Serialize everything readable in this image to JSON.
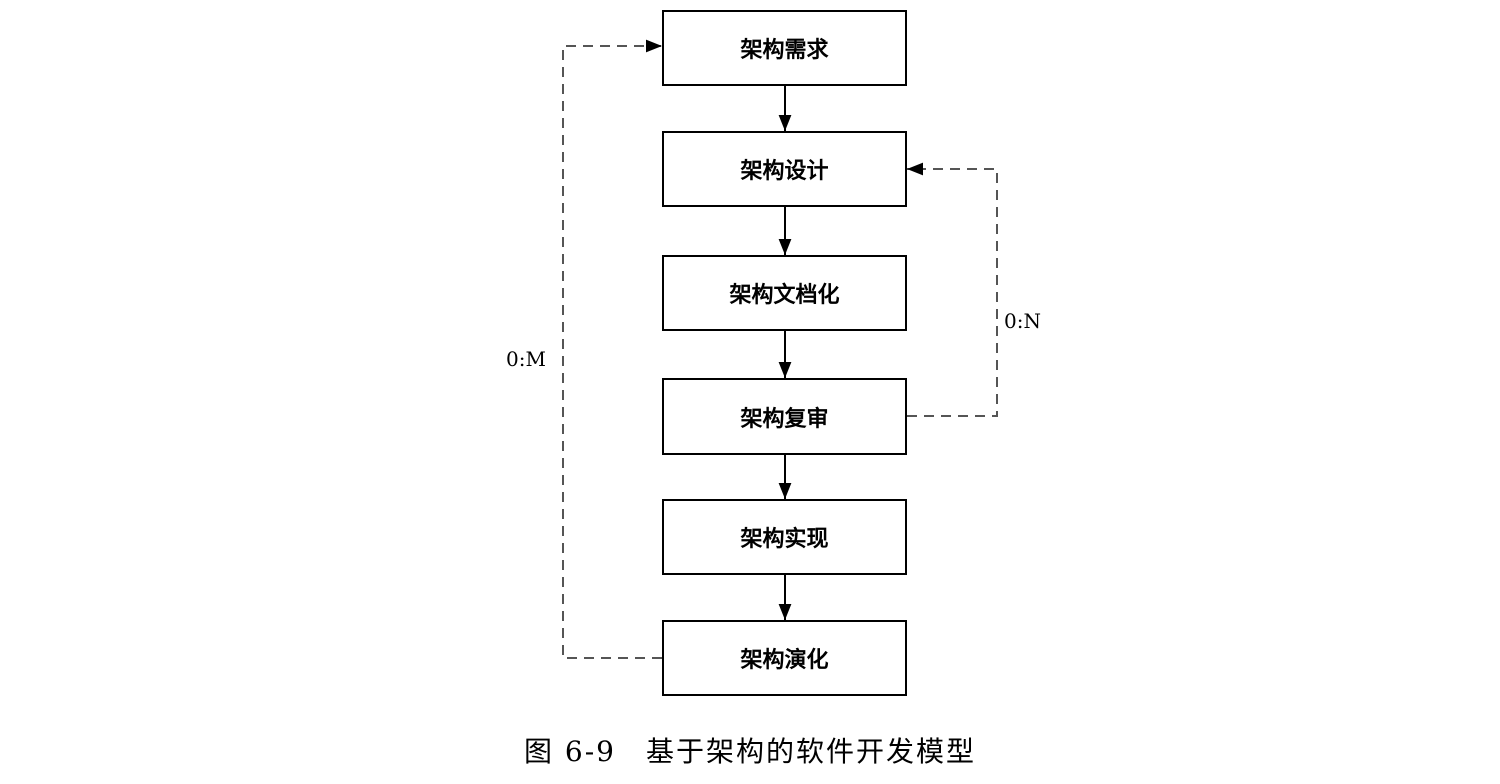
{
  "diagram": {
    "stages": [
      {
        "label": "架构需求"
      },
      {
        "label": "架构设计"
      },
      {
        "label": "架构文档化"
      },
      {
        "label": "架构复审"
      },
      {
        "label": "架构实现"
      },
      {
        "label": "架构演化"
      }
    ],
    "loops": {
      "review_to_design": {
        "label": "0:N"
      },
      "evolution_to_requirements": {
        "label": "0:M"
      }
    },
    "caption": "图 6-9　基于架构的软件开发模型"
  }
}
